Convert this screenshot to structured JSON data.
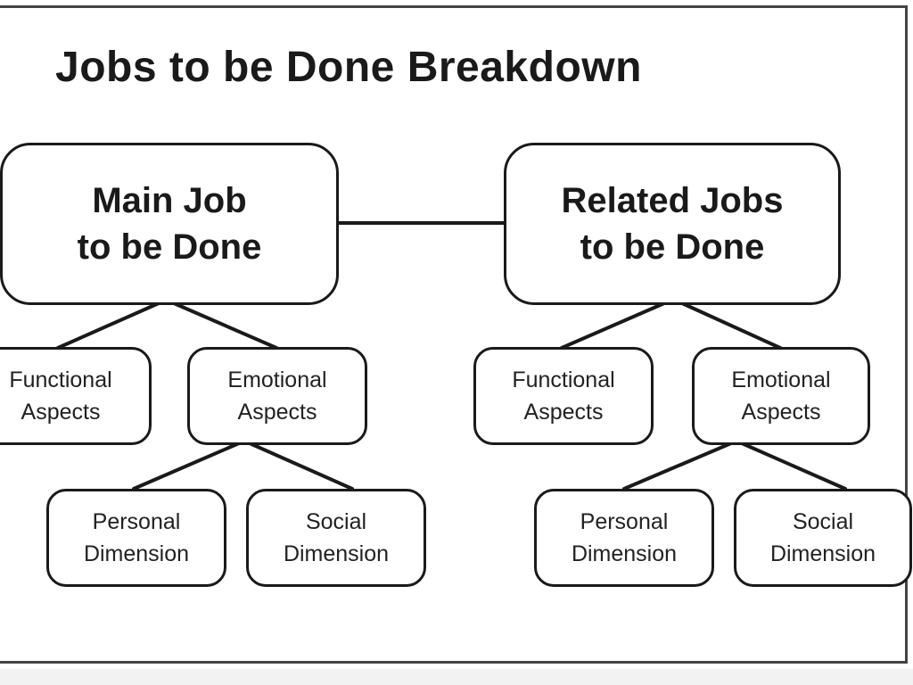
{
  "title": "Jobs to be Done Breakdown",
  "nodes": {
    "main_job": "Main Job\nto be Done",
    "related_jobs": "Related Jobs\nto be Done",
    "main_functional": "Functional\nAspects",
    "main_emotional": "Emotional\nAspects",
    "main_personal": "Personal\nDimension",
    "main_social": "Social\nDimension",
    "related_functional": "Functional\nAspects",
    "related_emotional": "Emotional\nAspects",
    "related_personal": "Personal\nDimension",
    "related_social": "Social\nDimension"
  },
  "colors": {
    "stroke": "#1a1a1a",
    "background": "#ffffff",
    "frame": "#444444"
  }
}
